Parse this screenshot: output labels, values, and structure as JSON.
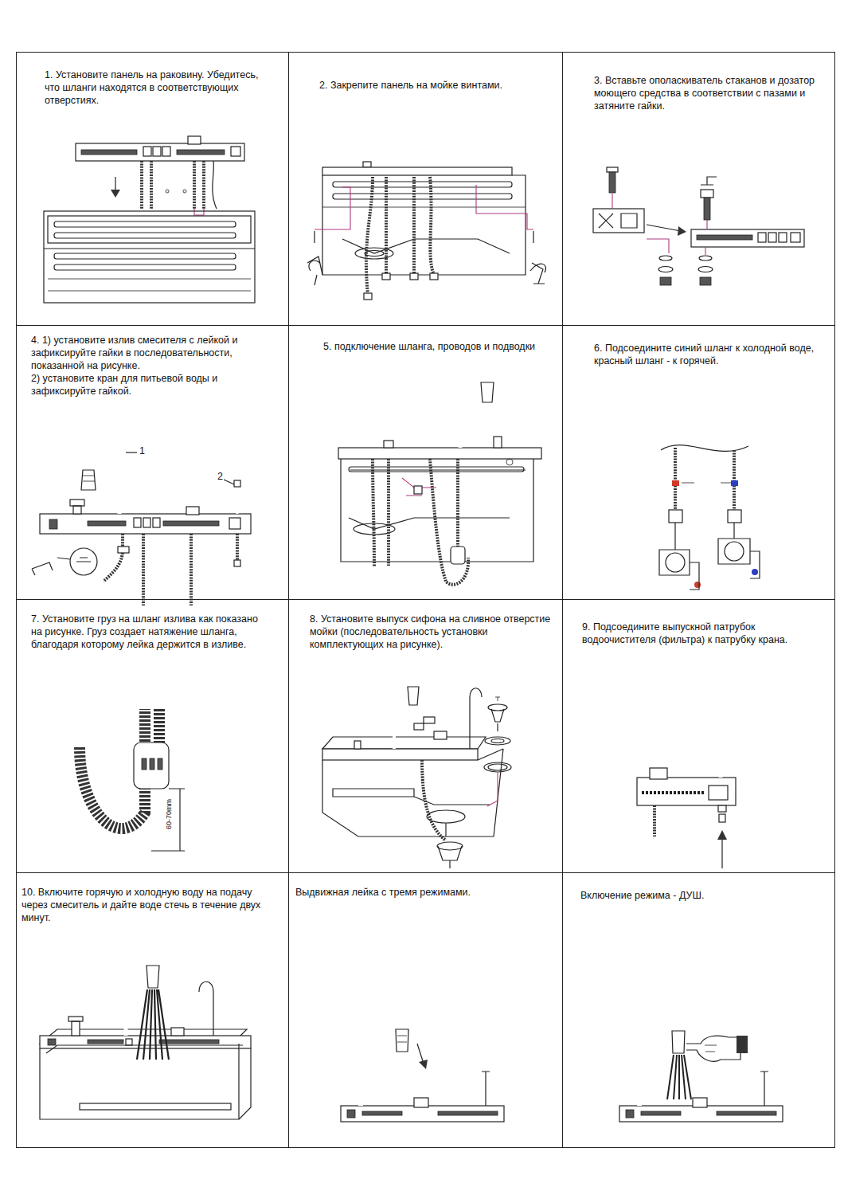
{
  "diagram": {
    "nodes": [
      {
        "text": [
          "1. Установите панель на раковину. Убедитесь, что шланги находятся в соответствующих отверстиях."
        ]
      },
      {
        "text": [
          "2. Закрепите панель на мойке винтами."
        ]
      },
      {
        "text": [
          "3. Вставьте ополаскиватель стаканов и дозатор моющего средства в соответствии с пазами и затяните гайки."
        ]
      },
      {
        "text": [
          "4. 1) установите излив смесителя с лейкой и зафиксируйте гайки в последовательности, показанной на рисунке.",
          "2) установите кран для питьевой воды и зафиксируйте гайкой."
        ]
      },
      {
        "text": [
          "5. подключение шланга, проводов и подводки"
        ]
      },
      {
        "text": [
          "6. Подсоедините синий шланг к холодной воде, красный шланг - к горячей."
        ]
      },
      {
        "text": [
          "7. Установите груз на шланг излива как показано на рисунке. Груз создает натяжение шланга, благодаря которому лейка держится в изливе."
        ]
      },
      {
        "text": [
          "8. Установите выпуск сифона на сливное отверстие мойки (последовательность установки комплектующих на рисунке)."
        ]
      },
      {
        "text": [
          "9. Подсоедините выпускной патрубок водоочистителя (фильтра) к патрубку крана."
        ]
      },
      {
        "text": [
          "10. Включите горячую и холодную воду на подачу через смеситель и дайте воде стечь в течение двух минут."
        ]
      },
      {
        "text": [
          "Выдвижная лейка с тремя режимами."
        ]
      },
      {
        "text": [
          "Включение режима - ДУШ."
        ]
      }
    ],
    "labels": [
      "1",
      "2",
      "60-70mm"
    ]
  }
}
